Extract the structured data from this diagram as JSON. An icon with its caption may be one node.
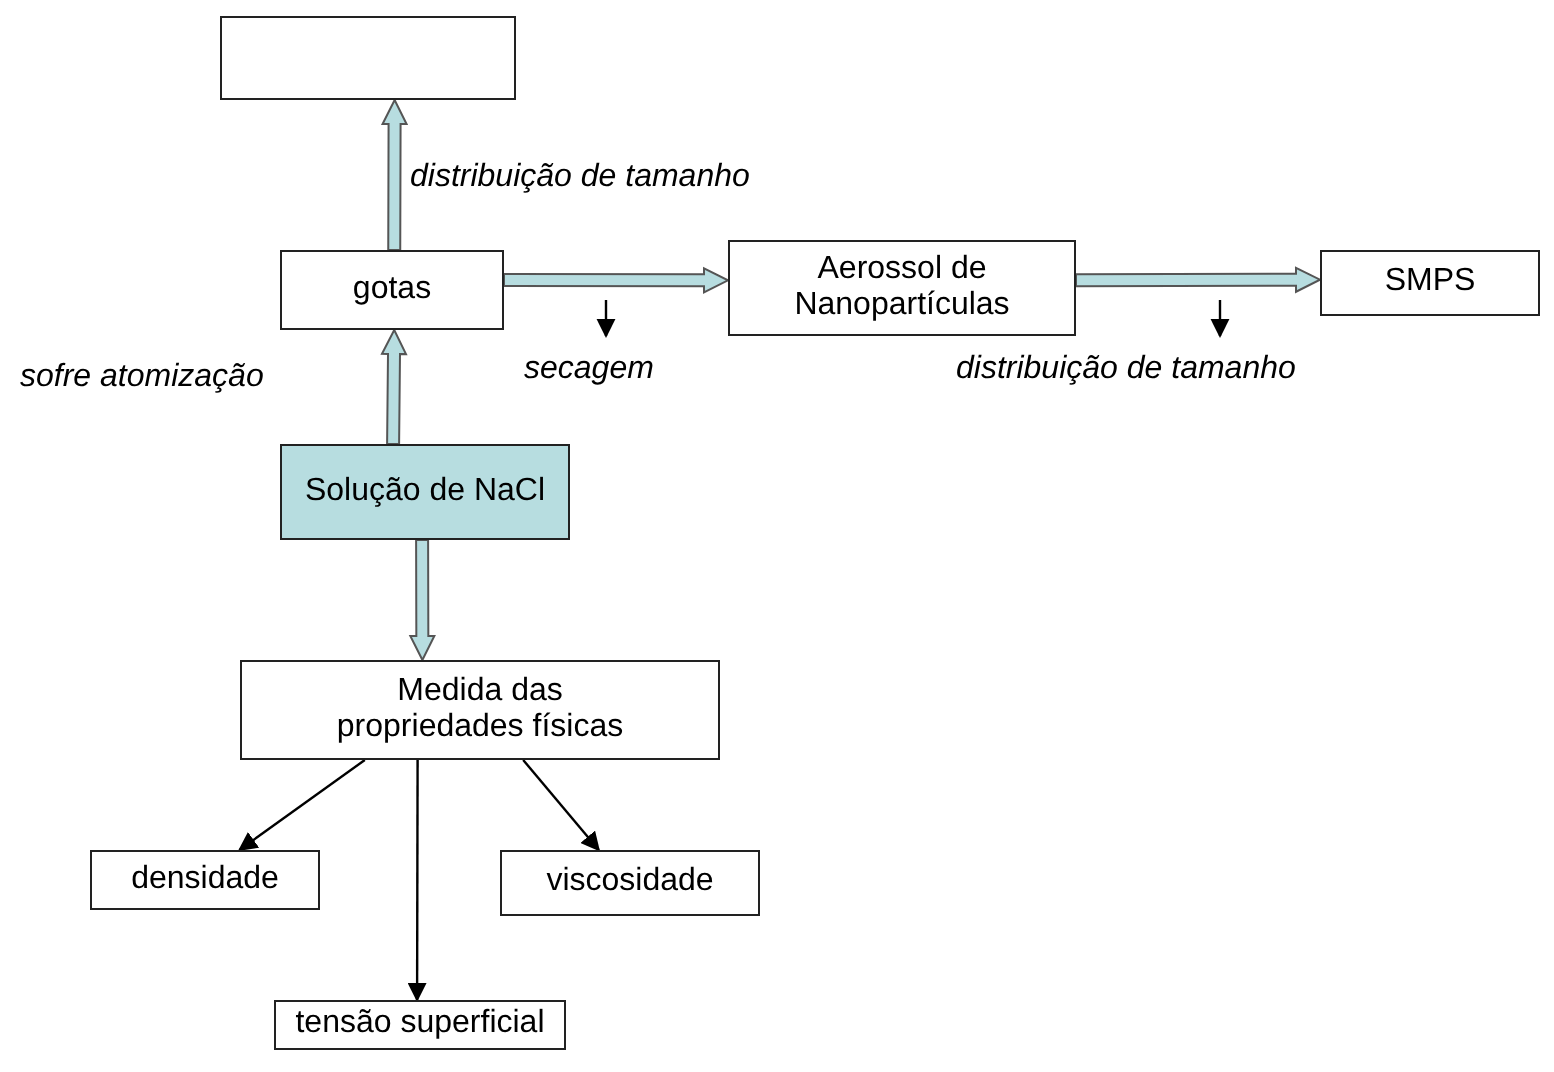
{
  "diagram": {
    "nodes": [
      {
        "text": [],
        "shape": "box"
      },
      {
        "text": [
          "gotas"
        ]
      },
      {
        "text": [
          "Aerossol de Nanopartículas"
        ]
      },
      {
        "text": [
          "SMPS"
        ]
      },
      {
        "text": [
          "Solução de NaCl"
        ]
      },
      {
        "text": [
          "Medida das propriedades físicas"
        ]
      },
      {
        "text": [
          "densidade"
        ]
      },
      {
        "text": [
          "viscosidade"
        ]
      },
      {
        "text": [
          "tensão superficial"
        ]
      }
    ],
    "edges": [
      {
        "from": 1,
        "to": 0,
        "arrow": "to",
        "label": "distribuição de tamanho",
        "style": "thick",
        "color": "#b7dde0"
      },
      {
        "from": 1,
        "to": 2,
        "arrow": "to",
        "label": "secagem",
        "style": "thick",
        "color": "#b7dde0"
      },
      {
        "from": 2,
        "to": 3,
        "arrow": "to",
        "label": "distribuição de tamanho",
        "style": "thick",
        "color": "#b7dde0"
      },
      {
        "from": 4,
        "to": 1,
        "arrow": "to",
        "label": "sofre atomização",
        "style": "thick",
        "color": "#b7dde0"
      },
      {
        "from": 4,
        "to": 5,
        "arrow": "to",
        "style": "thick",
        "color": "#b7dde0"
      },
      {
        "from": 5,
        "to": 6,
        "arrow": "to"
      },
      {
        "from": 5,
        "to": 7,
        "arrow": "to"
      },
      {
        "from": 5,
        "to": 8,
        "arrow": "to"
      }
    ]
  }
}
